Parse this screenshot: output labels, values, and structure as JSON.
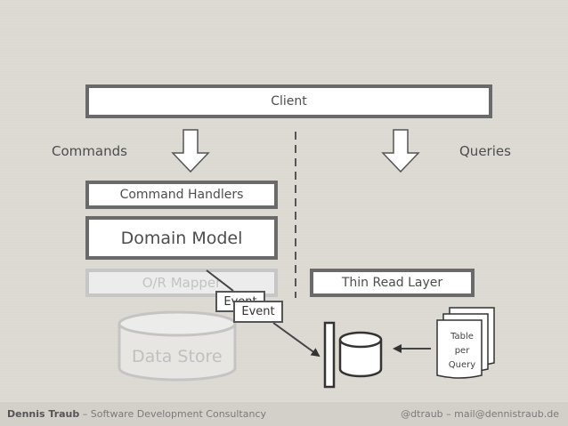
{
  "diagram": {
    "client": "Client",
    "commands": "Commands",
    "queries": "Queries",
    "command_handlers": "Command Handlers",
    "domain_model": "Domain Model",
    "or_mapper": "O/R Mapper",
    "thin_read_layer": "Thin Read Layer",
    "data_store": "Data Store",
    "event_back": "Event",
    "event_front": "Event",
    "doc_line1": "Table",
    "doc_line2": "per",
    "doc_line3": "Query"
  },
  "footer": {
    "author": "Dennis Traub",
    "subtitle": " – Software Development Consultancy",
    "contact": "@dtraub – mail@dennistraub.de"
  },
  "colors": {
    "background": "#dcd9d3",
    "border": "#6a6a6a",
    "faded": "#c6c6c6"
  }
}
